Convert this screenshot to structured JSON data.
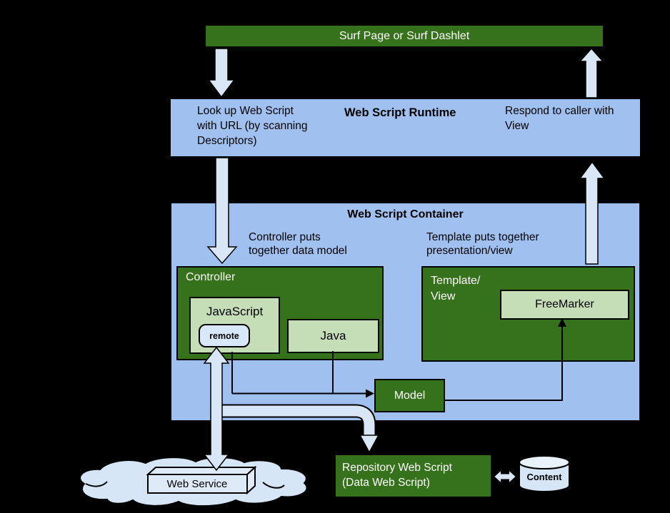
{
  "colors": {
    "background": "#000000",
    "dark_green": "#36711b",
    "light_green": "#c6deb7",
    "panel_blue": "#a0c0f0",
    "arrow_blue": "#d8e6f6",
    "cloud_blue": "#d6e6f7",
    "remote_blue": "#d8e8fa",
    "text_light": "#ffffff",
    "text_dark": "#000000"
  },
  "surf": {
    "label": "Surf Page or Surf Dashlet"
  },
  "runtime": {
    "title": "Web Script Runtime",
    "left_note": "Look up Web Script\nwith URL (by scanning\nDescriptors)",
    "right_note": "Respond to caller with\nView"
  },
  "container": {
    "title": "Web Script Container",
    "controller_note": "Controller puts\ntogether data model",
    "template_note": "Template puts together\npresentation/view",
    "controller_label": "Controller",
    "javascript_label": "JavaScript",
    "remote_label": "remote",
    "java_label": "Java",
    "template_label": "Template/\nView",
    "freemarker_label": "FreeMarker",
    "model_label": "Model"
  },
  "external": {
    "web_service_label": "Web Service",
    "repository_line1": "Repository Web Script",
    "repository_line2": "(Data Web Script)",
    "content_label": "Content"
  }
}
